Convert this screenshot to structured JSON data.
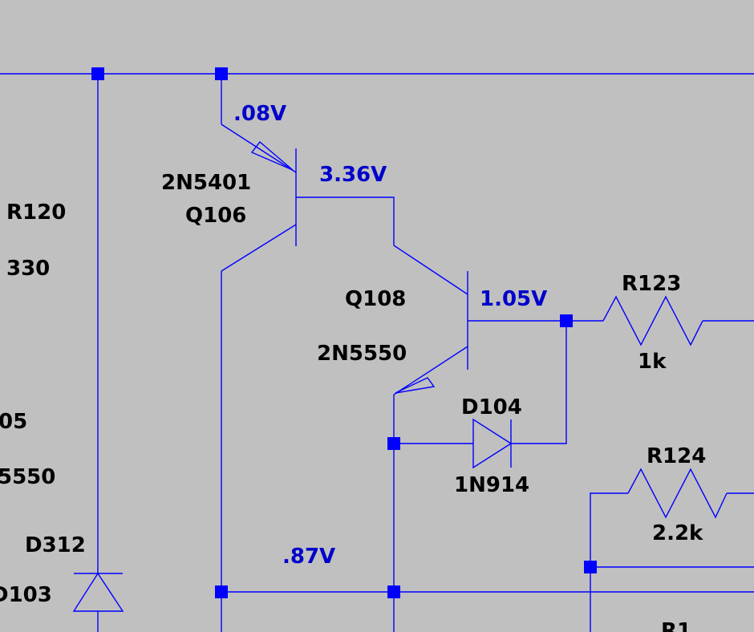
{
  "colors": {
    "background": "#c0c0c0",
    "wire": "#0000ff",
    "voltage_label": "#0000cc",
    "component_label": "#000000"
  },
  "components": {
    "q106": {
      "ref": "Q106",
      "value": "2N5401"
    },
    "q108": {
      "ref": "Q108",
      "value": "2N5550"
    },
    "r120": {
      "ref": "R120",
      "value": "330"
    },
    "r123": {
      "ref": "R123",
      "value": "1k"
    },
    "r124": {
      "ref": "R124",
      "value": "2.2k"
    },
    "d104": {
      "ref": "D104",
      "value": "1N914"
    },
    "d312": {
      "ref": "D312"
    },
    "partial_d103": "D103",
    "partial_05": "05",
    "partial_5550": "5550",
    "partial_r1": "R1"
  },
  "voltages": {
    "q106_emitter": ".08V",
    "q106_collector": "3.36V",
    "q108_collector": "1.05V",
    "bottom_rail": ".87V"
  }
}
